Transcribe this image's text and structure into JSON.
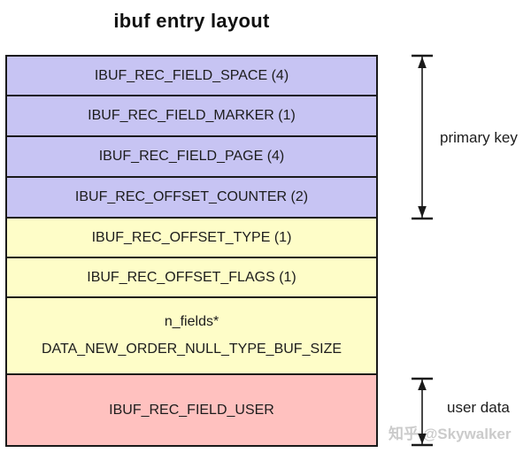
{
  "title": "ibuf entry layout",
  "table": {
    "rows": [
      {
        "label": "IBUF_REC_FIELD_SPACE (4)",
        "group": "primary-key",
        "color": "#c7c4f3"
      },
      {
        "label": "IBUF_REC_FIELD_MARKER (1)",
        "group": "primary-key",
        "color": "#c7c4f3"
      },
      {
        "label": "IBUF_REC_FIELD_PAGE (4)",
        "group": "primary-key",
        "color": "#c7c4f3"
      },
      {
        "label": "IBUF_REC_OFFSET_COUNTER (2)",
        "group": "primary-key",
        "color": "#c7c4f3"
      },
      {
        "label": "IBUF_REC_OFFSET_TYPE (1)",
        "group": "metadata",
        "color": "#fefdc8"
      },
      {
        "label": "IBUF_REC_OFFSET_FLAGS (1)",
        "group": "metadata",
        "color": "#fefdc8"
      },
      {
        "label": "n_fields* DATA_NEW_ORDER_NULL_TYPE_BUF_SIZE",
        "lines": [
          "n_fields*",
          "DATA_NEW_ORDER_NULL_TYPE_BUF_SIZE"
        ],
        "group": "metadata",
        "color": "#fefdc8"
      },
      {
        "label": "IBUF_REC_FIELD_USER",
        "group": "user-data",
        "color": "#ffc1bf"
      }
    ]
  },
  "annotations": {
    "primary_key": "primary key",
    "user_data": "user data"
  },
  "watermark": "知乎 @Skywalker",
  "colors": {
    "primary_key_fill": "#c7c4f3",
    "metadata_fill": "#fefdc8",
    "user_data_fill": "#ffc1bf",
    "border": "#1a1a1a",
    "watermark": "#cbcbcb"
  }
}
